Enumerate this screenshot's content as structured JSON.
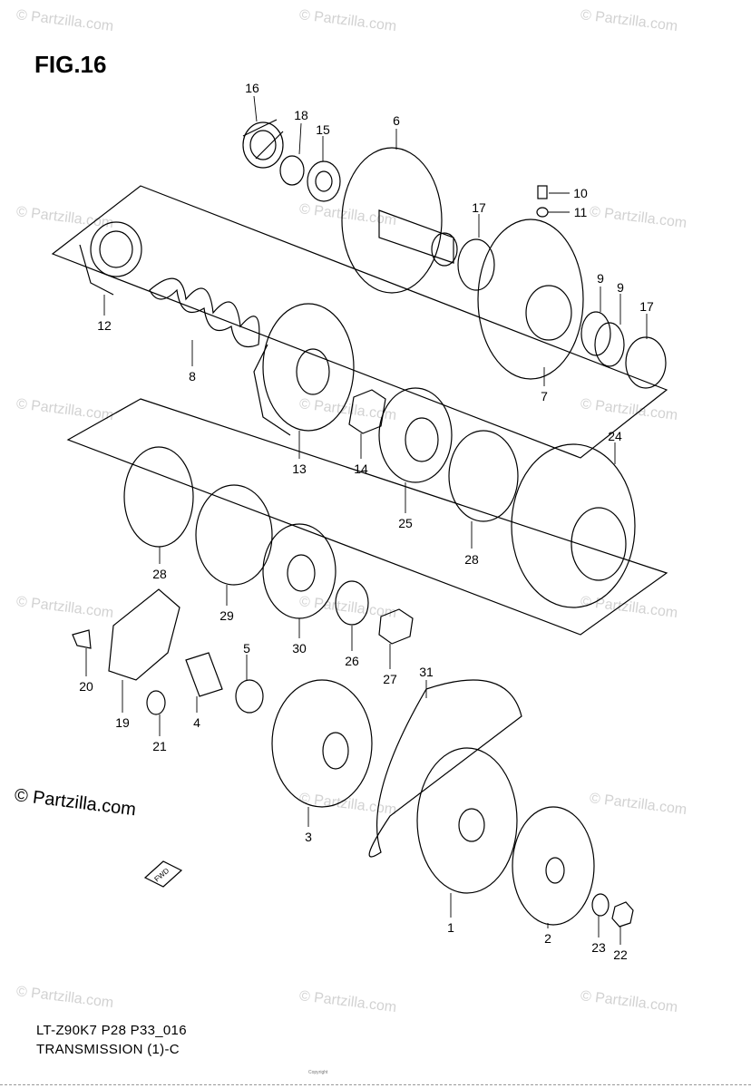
{
  "figure": {
    "title": "FIG.16",
    "code": "LT-Z90K7 P28 P33_016",
    "name": "TRANSMISSION (1)-C"
  },
  "copyright": "© Partzilla.com",
  "watermark_text": "© Partzilla.com",
  "small_print": "Copyright",
  "fwd_label": "FWD",
  "callouts": [
    "1",
    "2",
    "3",
    "4",
    "5",
    "6",
    "7",
    "8",
    "9",
    "9",
    "10",
    "11",
    "12",
    "13",
    "14",
    "15",
    "16",
    "17",
    "17",
    "18",
    "19",
    "20",
    "21",
    "22",
    "23",
    "24",
    "25",
    "26",
    "27",
    "28",
    "28",
    "29",
    "30",
    "31"
  ]
}
